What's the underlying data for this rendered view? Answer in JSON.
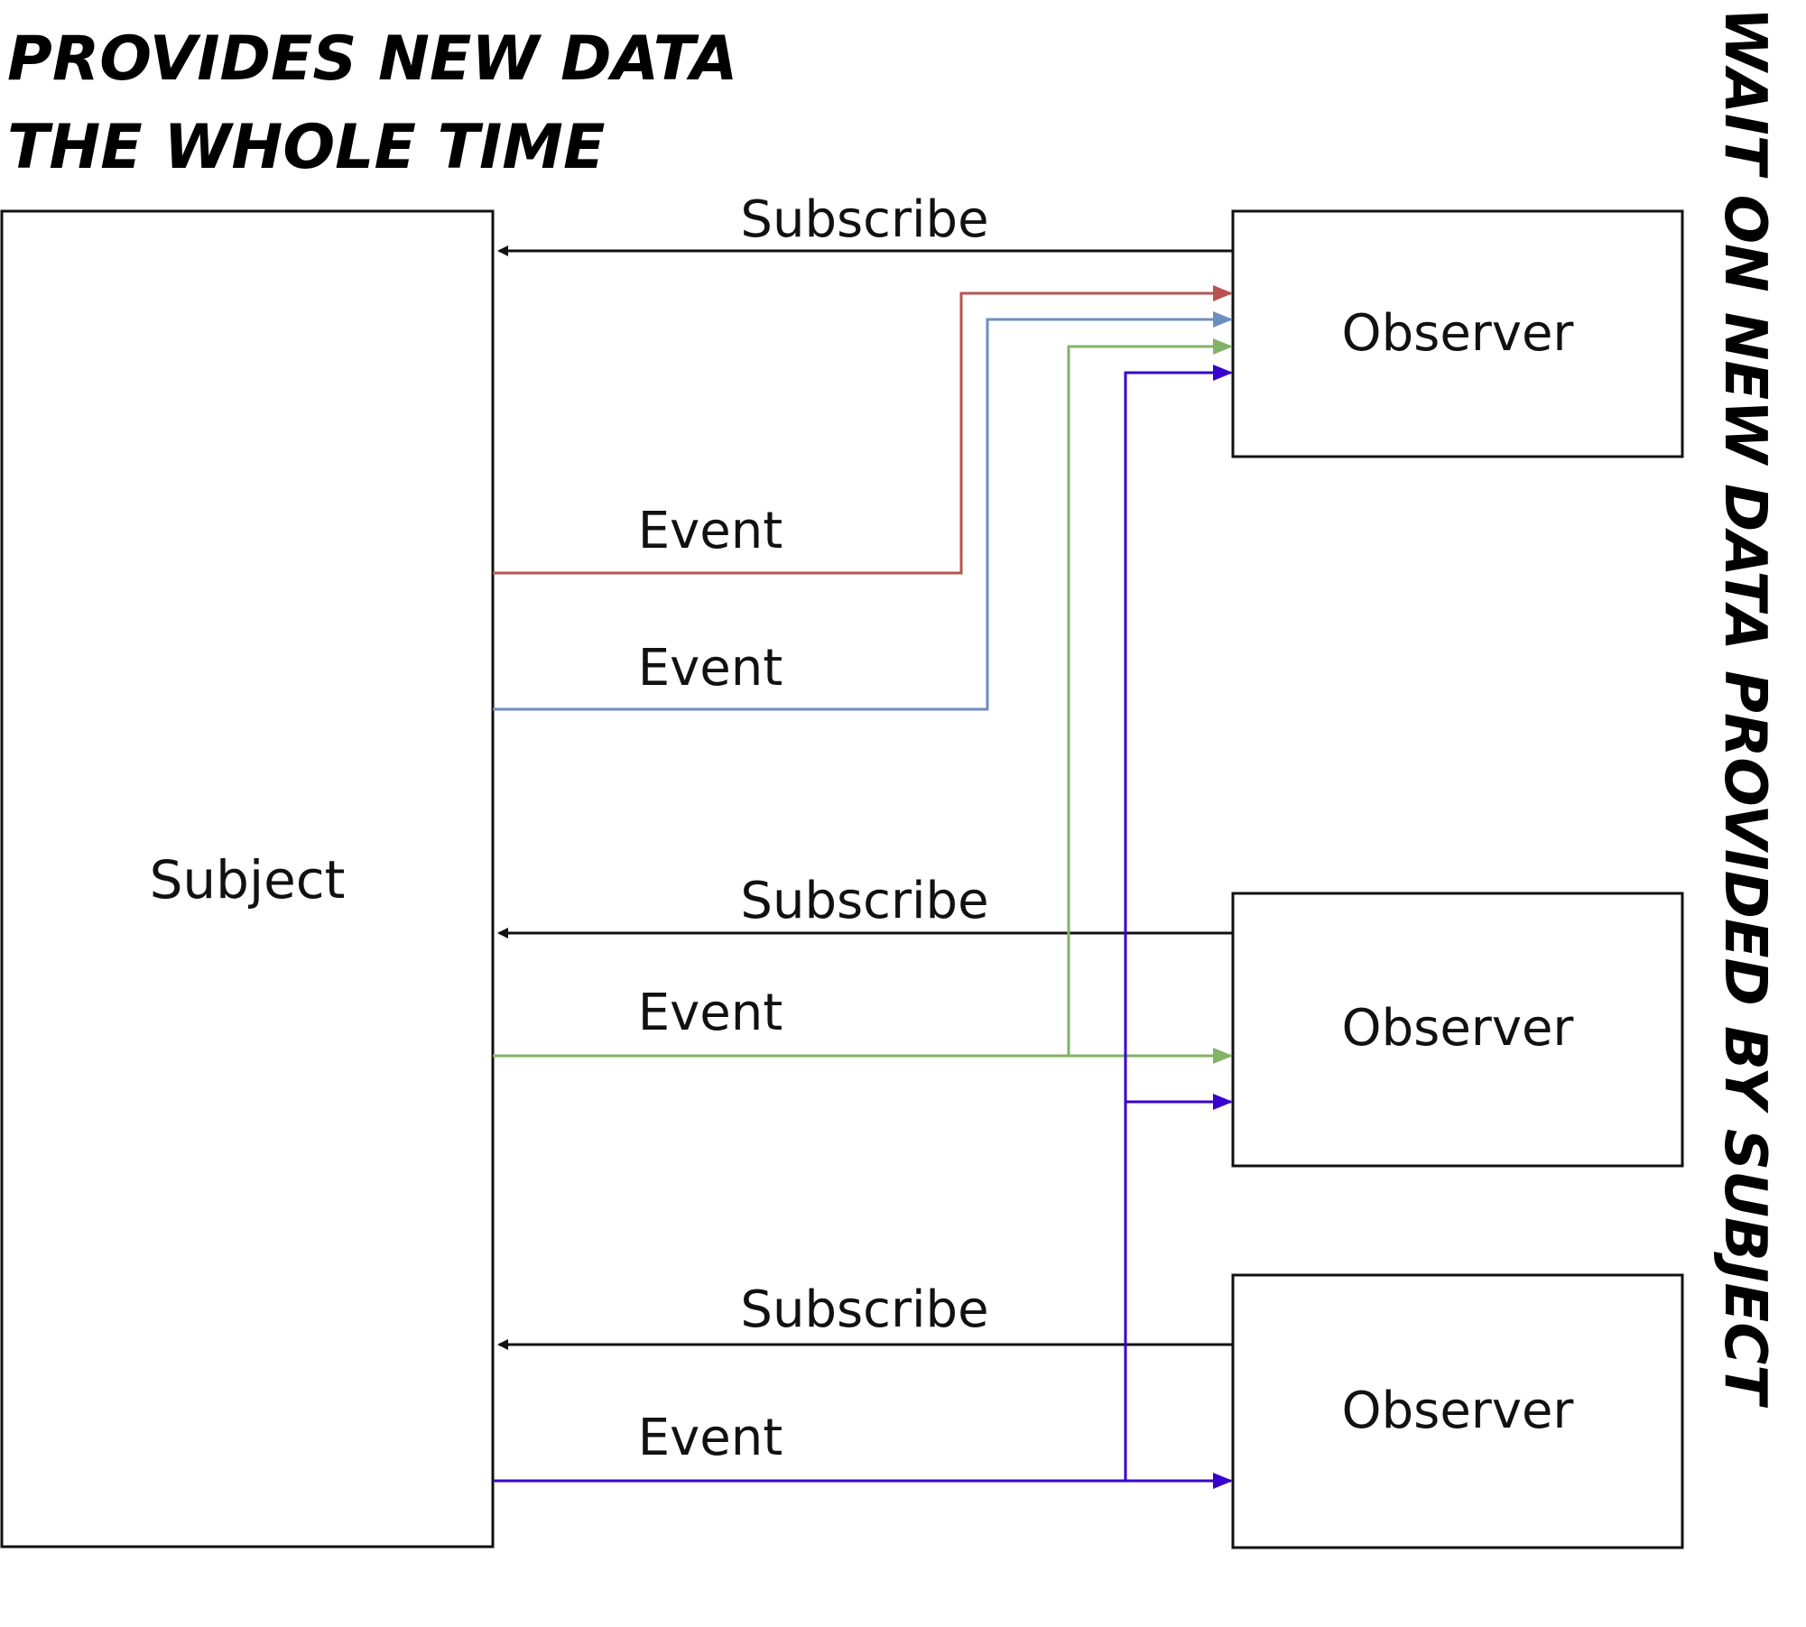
{
  "heading_left_line1": "PROVIDES NEW DATA",
  "heading_left_line2": "THE WHOLE TIME",
  "heading_right": "WAIT ON NEW DATA PROVIDED BY SUBJECT",
  "subject_label": "Subject",
  "observers": [
    {
      "label": "Observer"
    },
    {
      "label": "Observer"
    },
    {
      "label": "Observer"
    }
  ],
  "subscribe_labels": [
    "Subscribe",
    "Subscribe",
    "Subscribe"
  ],
  "event_labels": [
    "Event",
    "Event",
    "Event",
    "Event"
  ],
  "colors": {
    "outline": "#111111",
    "event_red": "#b85450",
    "event_blue": "#6c8ebf",
    "event_green": "#82b366",
    "event_purple": "#3700cc"
  }
}
